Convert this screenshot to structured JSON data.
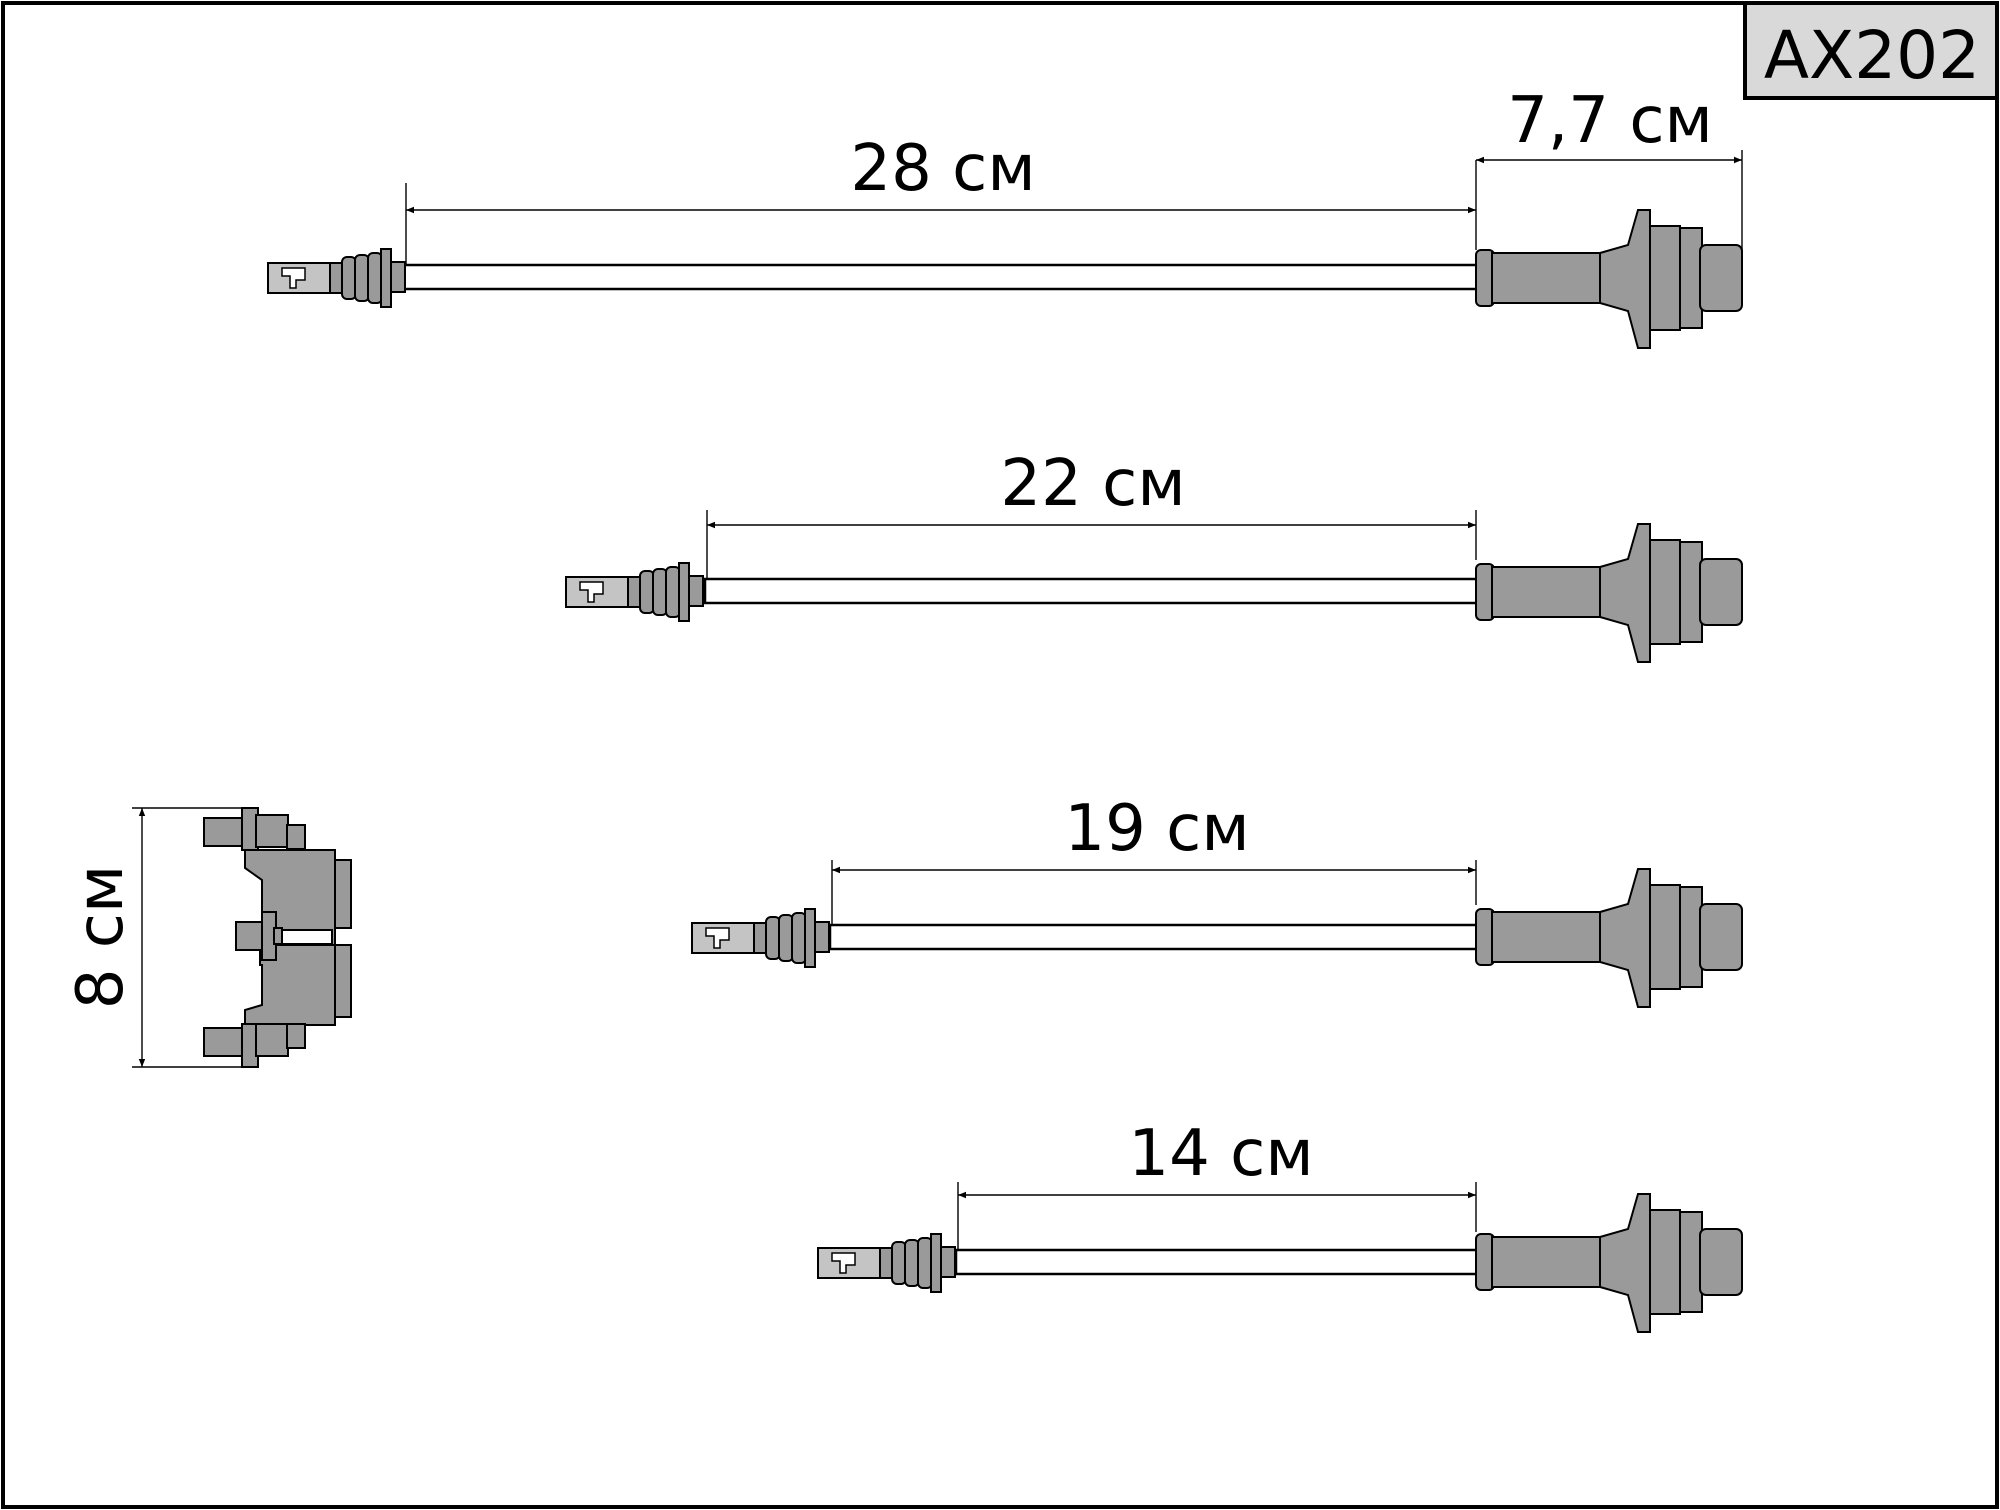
{
  "part_code": "AX202",
  "cables": [
    {
      "id": "cable-1",
      "wire_length_label": "28 см"
    },
    {
      "id": "cable-2",
      "wire_length_label": "22 см"
    },
    {
      "id": "cable-3",
      "wire_length_label": "19 см"
    },
    {
      "id": "cable-4",
      "wire_length_label": "14 см"
    }
  ],
  "boot_length_label": "7,7 см",
  "connector_height_label": "8 см",
  "colors": {
    "part_fill": "#9a9a9a",
    "badge_fill": "#d9d9d9",
    "line": "#000000"
  }
}
